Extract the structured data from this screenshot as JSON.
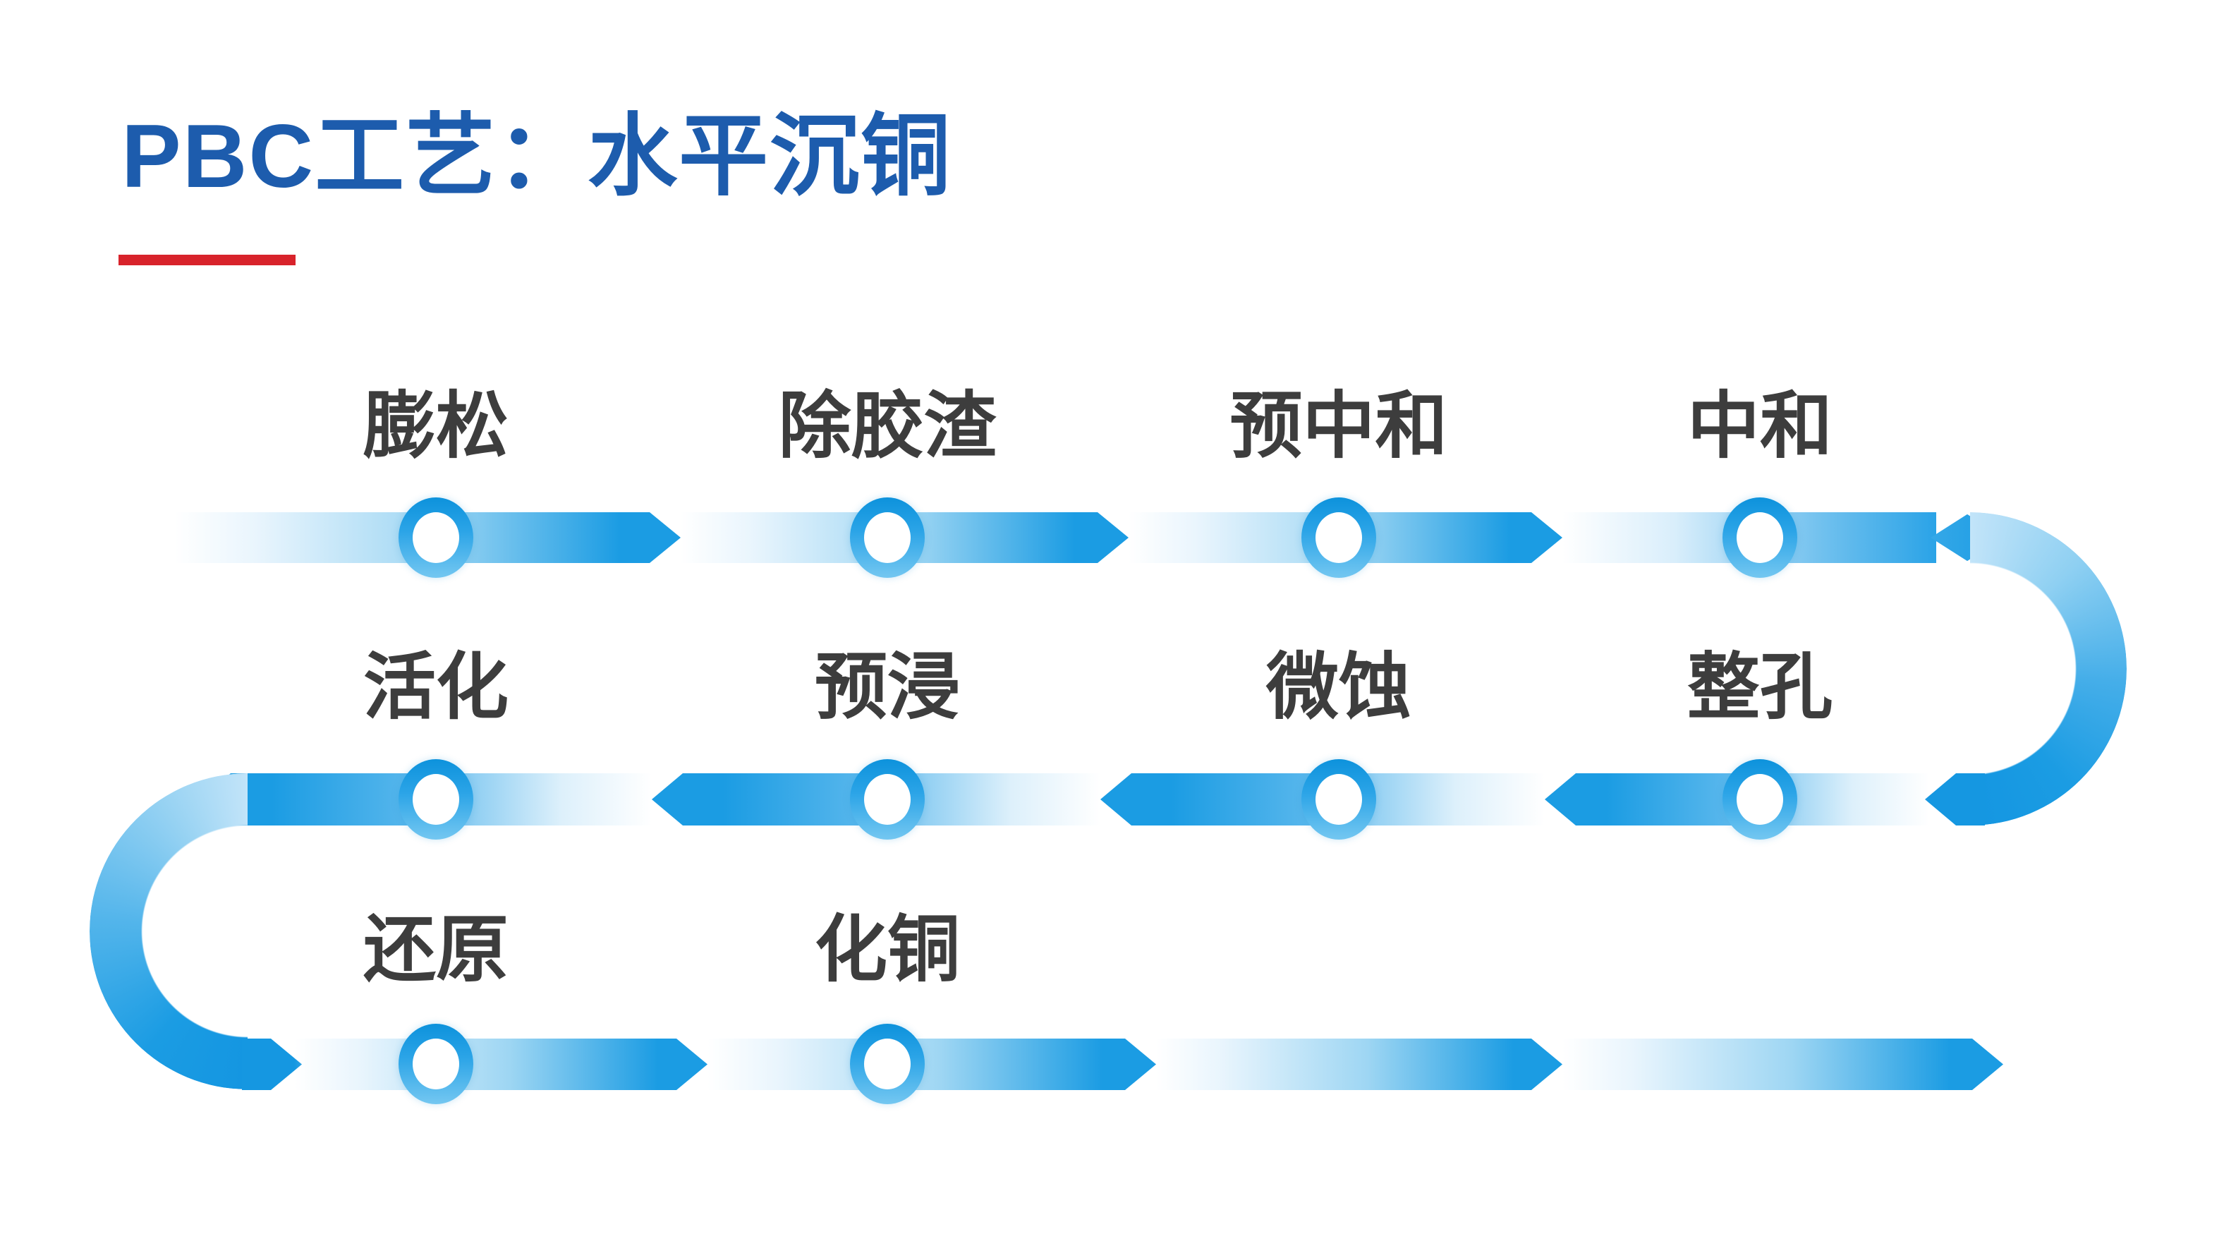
{
  "title": {
    "text": "PBC工艺：水平沉铜"
  },
  "colors": {
    "title_blue": "#1d5cad",
    "accent_red": "#d8232b",
    "band_saturated_blue": "#1b9ce3",
    "band_light_blue": "#9ed6f3",
    "ring_dark_blue": "#0d92dc",
    "ring_light_blue": "#74c7f1",
    "label_gray": "#3d3d3d"
  },
  "flow": {
    "description": "serpentine-process-flow",
    "rows": [
      {
        "direction": "left-to-right",
        "steps": [
          {
            "label": "膨松"
          },
          {
            "label": "除胶渣"
          },
          {
            "label": "预中和"
          },
          {
            "label": "中和"
          }
        ]
      },
      {
        "direction": "right-to-left",
        "steps": [
          {
            "label": "活化"
          },
          {
            "label": "预浸"
          },
          {
            "label": "微蚀"
          },
          {
            "label": "整孔"
          }
        ]
      },
      {
        "direction": "left-to-right",
        "steps": [
          {
            "label": "还原"
          },
          {
            "label": "化铜"
          }
        ]
      }
    ]
  }
}
